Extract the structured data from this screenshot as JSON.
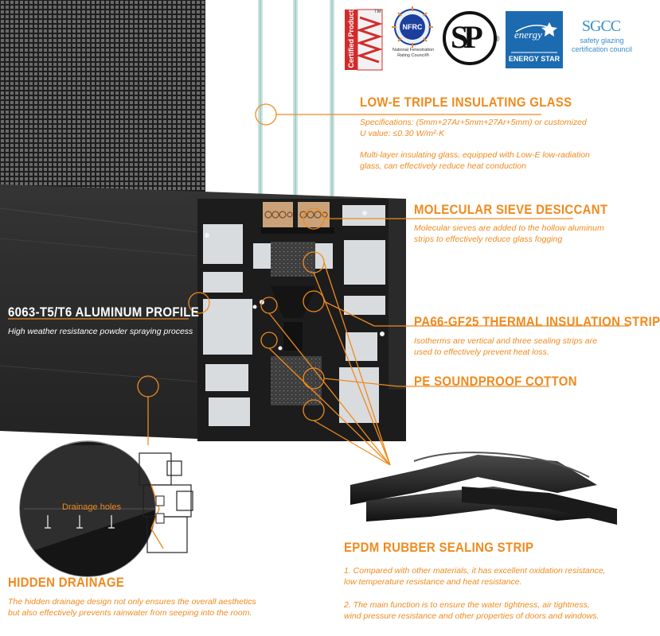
{
  "colors": {
    "accent": "#f08a1e",
    "frame": "#2a2a2a",
    "glass": "#c9e4df",
    "profile": "#d9dcdf"
  },
  "certifications": {
    "certified_product": "Certified Product",
    "tm": "TM",
    "nfrc_badge": "NFRC",
    "nfrc_line1": "National Fenestration",
    "nfrc_line2": "Rating Council®",
    "csa_letters": "SP",
    "csa_mark": "®",
    "energy_word": "energy",
    "energy_star": "ENERGY STAR",
    "sgcc_mark": "SGCC",
    "sgcc_line1": "safety glazing",
    "sgcc_line2": "certification council"
  },
  "glass": {
    "title": "LOW-E TRIPLE INSULATING GLASS",
    "lines": [
      "Specifications: (5mm+27Ar+5mm+27Ar+5mm) or customized",
      "U value: ≤0.30 W/m²·K"
    ],
    "desc": [
      "Multi-layer insulating glass, equipped with Low-E low-radiation",
      "glass, can effectively reduce heat conduction"
    ]
  },
  "sieve": {
    "title": "MOLECULAR SIEVE DESICCANT",
    "desc": [
      "Molecular sieves are added to the hollow aluminum",
      "strips to effectively reduce glass fogging"
    ]
  },
  "profile": {
    "title": "6063-T5/T6 ALUMINUM PROFILE",
    "desc": "High weather resistance powder spraying process"
  },
  "strip": {
    "title": "PA66-GF25 THERMAL INSULATION STRIP",
    "desc": [
      "Isotherms are vertical and three sealing strips are",
      "used to effectively prevent heat loss."
    ]
  },
  "cotton": {
    "title": "PE SOUNDPROOF COTTON"
  },
  "drainage": {
    "inset_label": "Drainage holes",
    "title": "HIDDEN DRAINAGE",
    "desc": [
      "The hidden drainage design not only ensures the overall aesthetics",
      "but also effectively prevents rainwater from seeping into the room."
    ]
  },
  "epdm": {
    "title": "EPDM RUBBER SEALING STRIP",
    "p1": [
      "1. Compared with other materials, it has excellent oxidation resistance,",
      "low temperature resistance and heat resistance."
    ],
    "p2": [
      "2. The main function is to ensure the water tightness, air tightness,",
      "wind pressure resistance and other properties of doors and windows."
    ]
  }
}
